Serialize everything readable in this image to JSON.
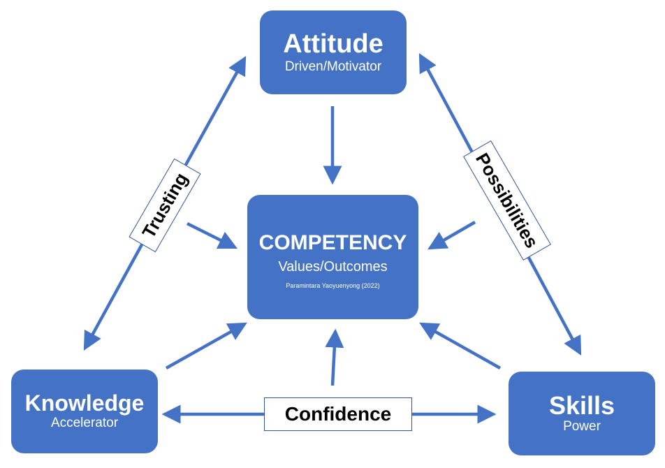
{
  "nodes": {
    "attitude": {
      "title": "Attitude",
      "subtitle": "Driven/Motivator"
    },
    "competency": {
      "title": "COMPETENCY",
      "subtitle": "Values/Outcomes",
      "credit": "Paramintara Yaoyuenyong (2022)"
    },
    "knowledge": {
      "title": "Knowledge",
      "subtitle": "Accelerator"
    },
    "skills": {
      "title": "Skills",
      "subtitle": "Power"
    }
  },
  "labels": {
    "trusting": "Trusting",
    "possibilities": "Possibilities",
    "confidence": "Confidence"
  },
  "colors": {
    "box": "#4472c4",
    "arrow": "#4472c4",
    "text": "#ffffff"
  }
}
